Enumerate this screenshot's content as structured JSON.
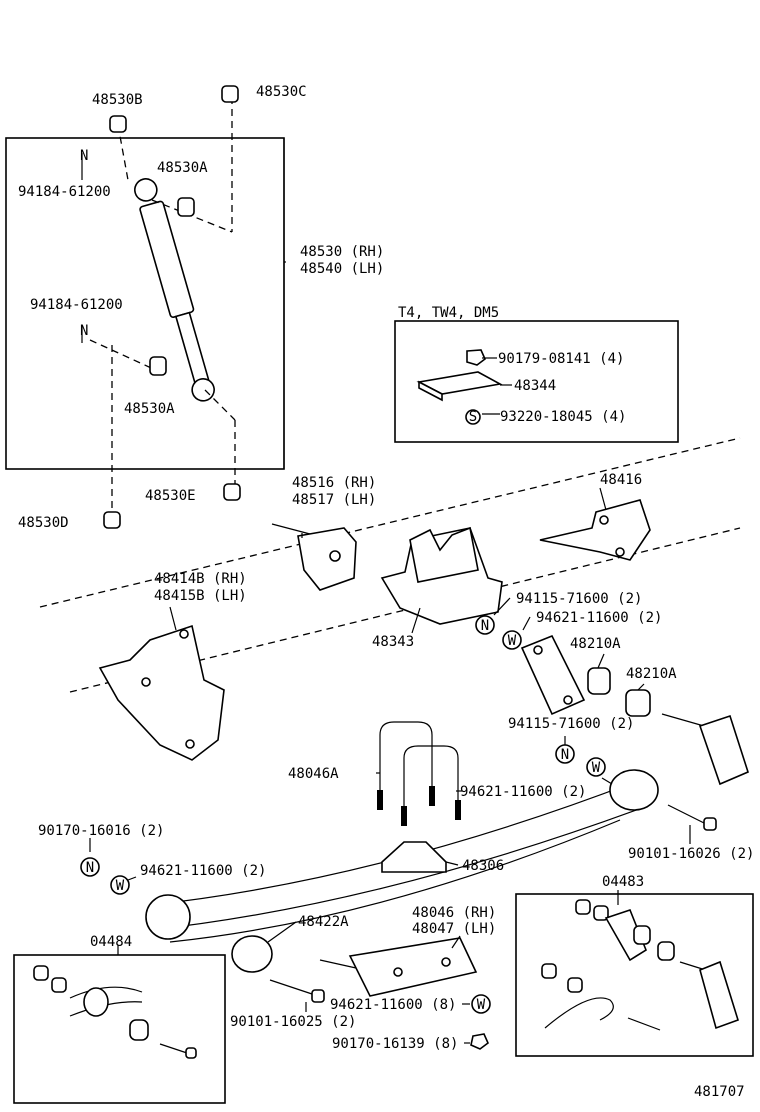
{
  "labels": {
    "l_48530B": "48530B",
    "l_48530C": "48530C",
    "l_94184_a": "94184-61200",
    "l_48530A_a": "48530A",
    "l_48530_rh": "48530 (RH)",
    "l_48540_lh": "48540 (LH)",
    "l_94184_b": "94184-61200",
    "l_48530A_b": "48530A",
    "l_48530E": "48530E",
    "l_48530D": "48530D",
    "l_t4": "T4, TW4, DM5",
    "l_90179": "90179-08141 (4)",
    "l_48344": "48344",
    "l_93220": "93220-18045 (4)",
    "l_48516": "48516 (RH)",
    "l_48517": "48517 (LH)",
    "l_48416": "48416",
    "l_48414B": "48414B (RH)",
    "l_48415B": "48415B (LH)",
    "l_48343": "48343",
    "l_94115_a": "94115-71600 (2)",
    "l_94621_a": "94621-11600 (2)",
    "l_48210A_a": "48210A",
    "l_48210A_b": "48210A",
    "l_94115_b": "94115-71600 (2)",
    "l_48046A": "48046A",
    "l_94621_b": "94621-11600 (2)",
    "l_90170_a": "90170-16016 (2)",
    "l_94621_c": "94621-11600 (2)",
    "l_48306": "48306",
    "l_90101_a": "90101-16026 (2)",
    "l_04483": "04483",
    "l_48422A": "48422A",
    "l_48046rh": "48046 (RH)",
    "l_48047lh": "48047 (LH)",
    "l_04484": "04484",
    "l_94621_d": "94621-11600 (8)",
    "l_90101_b": "90101-16025 (2)",
    "l_90170_b": "90170-16139 (8)",
    "l_481707": "481707"
  },
  "symbols": {
    "n": "N",
    "w": "W",
    "s": "S"
  }
}
